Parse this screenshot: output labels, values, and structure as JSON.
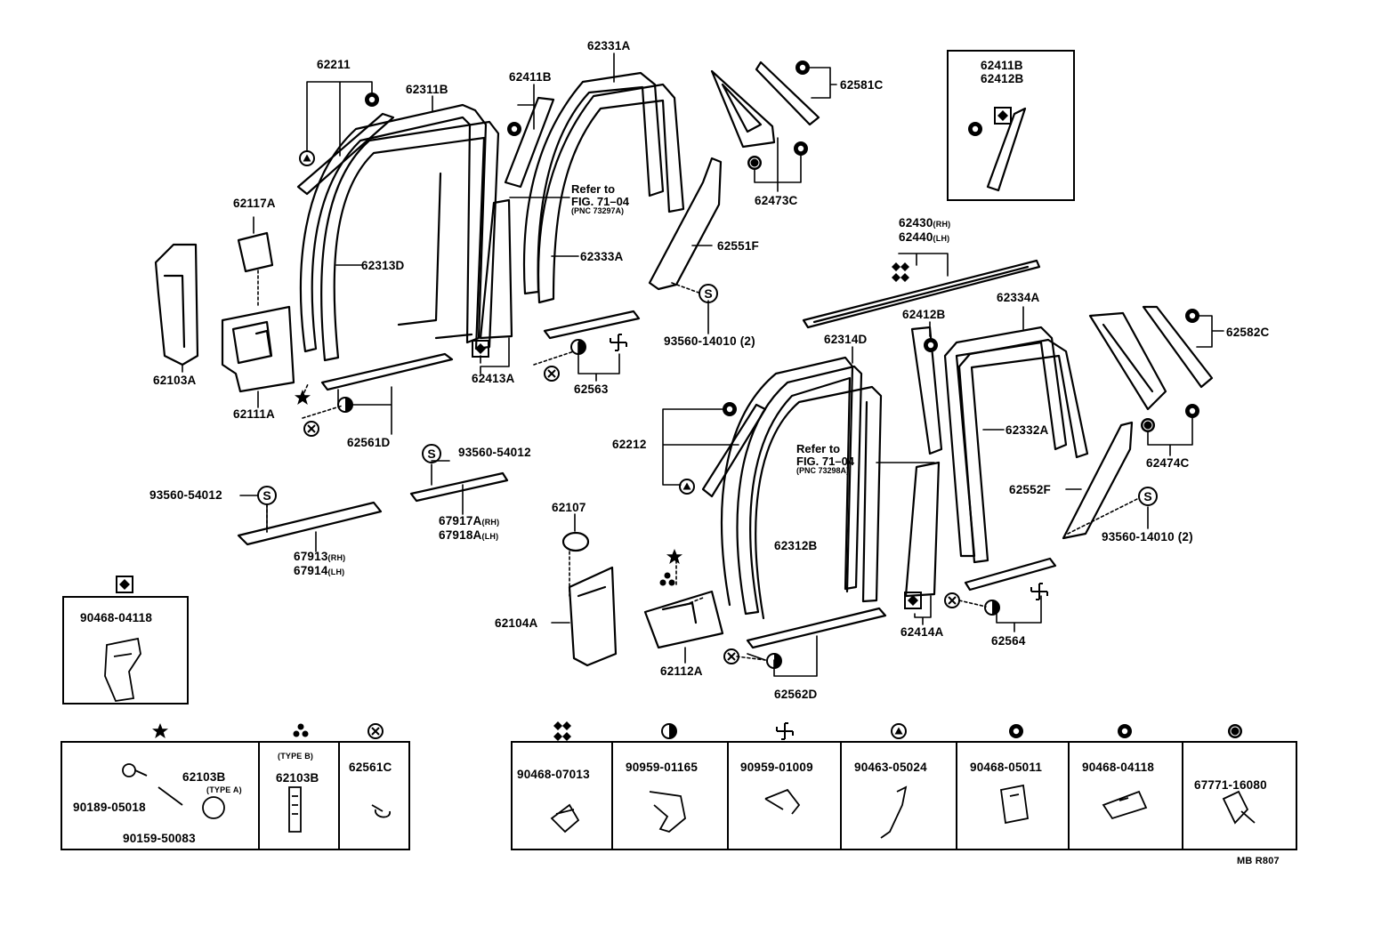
{
  "parts": {
    "p62211": "62211",
    "p62311B": "62311B",
    "p62411B": "62411B",
    "p62331A": "62331A",
    "p62581C": "62581C",
    "p62117A": "62117A",
    "p62313D": "62313D",
    "p62333A": "62333A",
    "p62551F": "62551F",
    "p62473C": "62473C",
    "p62103A": "62103A",
    "p62111A": "62111A",
    "p62561D": "62561D",
    "p62413A": "62413A",
    "p62563": "62563",
    "p93560_14010a": "93560-14010 (2)",
    "p62430": "62430",
    "p62440": "62440",
    "p62412B": "62412B",
    "p62334A": "62334A",
    "p62582C": "62582C",
    "p62314D": "62314D",
    "p62212": "62212",
    "p62332A": "62332A",
    "p62474C": "62474C",
    "p62552F": "62552F",
    "p93560_14010b": "93560-14010 (2)",
    "p93560_54012a": "93560-54012",
    "p93560_54012b": "93560-54012",
    "p67917A": "67917A",
    "p67918A": "67918A",
    "p67913": "67913",
    "p67914": "67914",
    "p62107": "62107",
    "p62104A": "62104A",
    "p62312B": "62312B",
    "p62112A": "62112A",
    "p62562D": "62562D",
    "p62414A": "62414A",
    "p62564": "62564",
    "inset_a": "62411B",
    "inset_b": "62412B"
  },
  "suffix": {
    "rh": "(RH)",
    "lh": "(LH)"
  },
  "refs": {
    "ref1": {
      "line1": "Refer to",
      "line2": "FIG. 71–04",
      "pnc": "(PNC 73297A)"
    },
    "ref2": {
      "line1": "Refer to",
      "line2": "FIG. 71–04",
      "pnc": "(PNC 73298A)"
    }
  },
  "legend_left": {
    "diamond_box": "90468-04118",
    "star_a": "62103B",
    "star_a_type": "(TYPE A)",
    "star_b": "90189-05018",
    "star_c": "90159-50083",
    "type_b_note": "(TYPE B)",
    "type_b_part": "62103B",
    "x_part": "62561C"
  },
  "legend_right": [
    {
      "symbol": "four-diamond",
      "part": "90468-07013"
    },
    {
      "symbol": "half-circle",
      "part": "90959-01165"
    },
    {
      "symbol": "pinwheel",
      "part": "90959-01009"
    },
    {
      "symbol": "triangle-circle",
      "part": "90463-05024"
    },
    {
      "symbol": "gear-circle",
      "part": "90468-05011"
    },
    {
      "symbol": "gear-circle",
      "part": "90468-04118"
    },
    {
      "symbol": "filled-circle",
      "part": "67771-16080"
    }
  ],
  "code": "MB R807"
}
